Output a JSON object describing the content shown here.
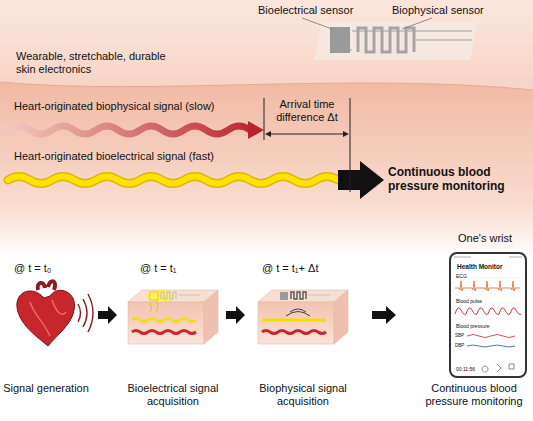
{
  "diagram": {
    "nodes": [
      {
        "text": [
          "Wearable, stretchable, durable skin electronics",
          "One's wrist"
        ]
      },
      {
        "text": [
          "Health Monitor",
          "ECG",
          "Blood pulse",
          "Blood pressure",
          "SBP",
          "DBP",
          "00:11:56"
        ]
      }
    ],
    "labels": [
      "Bioelectrical sensor",
      "Biophysical sensor",
      "Heart-originated biophysical signal (slow)",
      "Heart-originated bioelectrical signal (fast)",
      "Arrival time difference Δt",
      "Continuous blood pressure monitoring",
      "@ t = t₀",
      "@ t = t₁",
      "@ t = t₁+ Δt",
      "Signal generation",
      "Bioelectrical signal acquisition",
      "Biophysical signal acquisition",
      "Continuous blood pressure monitoring"
    ]
  }
}
